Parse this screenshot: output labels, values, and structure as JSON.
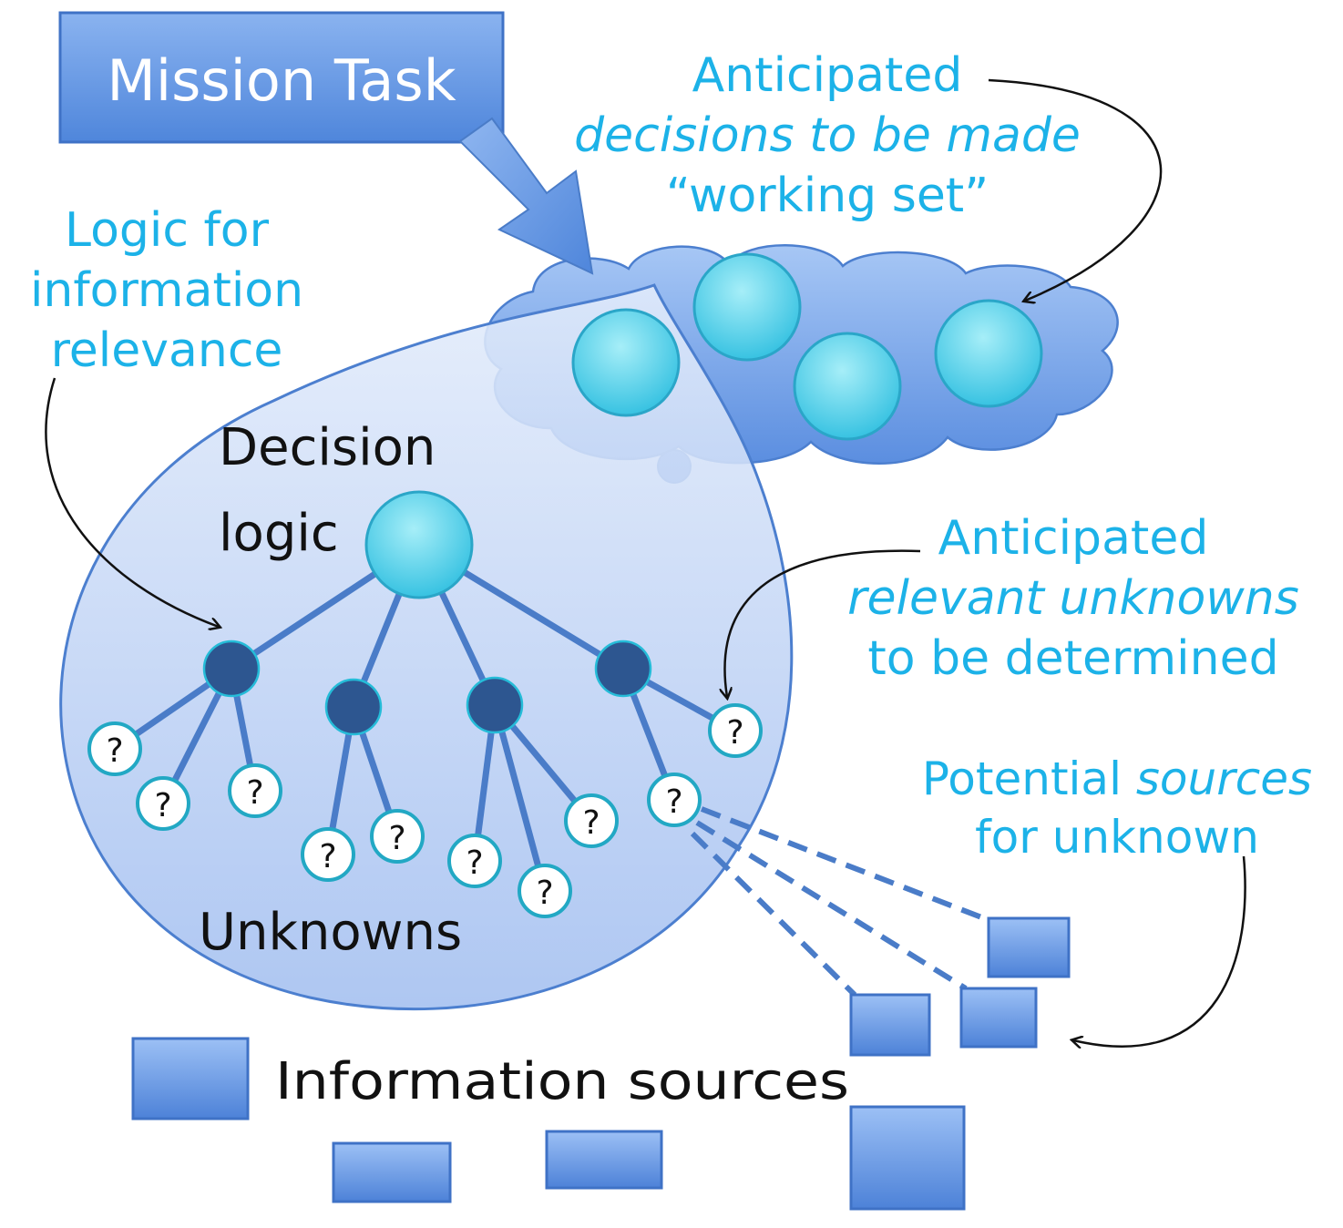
{
  "mission_task": {
    "label": "Mission Task"
  },
  "decisions_annotation": {
    "line1": "Anticipated",
    "line2": "decisions to be made",
    "line3": "“working set”"
  },
  "logic_annotation": {
    "line1": "Logic for",
    "line2": "information",
    "line3": "relevance"
  },
  "decision_logic": {
    "line1": "Decision",
    "line2": "logic"
  },
  "unknowns_annotation": {
    "line1": "Anticipated",
    "line2": "relevant unknowns",
    "line3": "to be determined"
  },
  "sources_annotation": {
    "line1_pre": "Potential ",
    "line1_em": "sources",
    "line2": "for unknown"
  },
  "unknowns_label": "Unknowns",
  "legend": {
    "label": "Information sources"
  },
  "unknown_marker": "?",
  "colors": {
    "annotation_text": "#1cb2e8",
    "box_blue": "#5b8ee0",
    "cloud_blue": "#6c9ee8",
    "decision_node": "#5ad3ea",
    "inner_node": "#2d5690",
    "edge_blue": "#4a7cc8"
  }
}
